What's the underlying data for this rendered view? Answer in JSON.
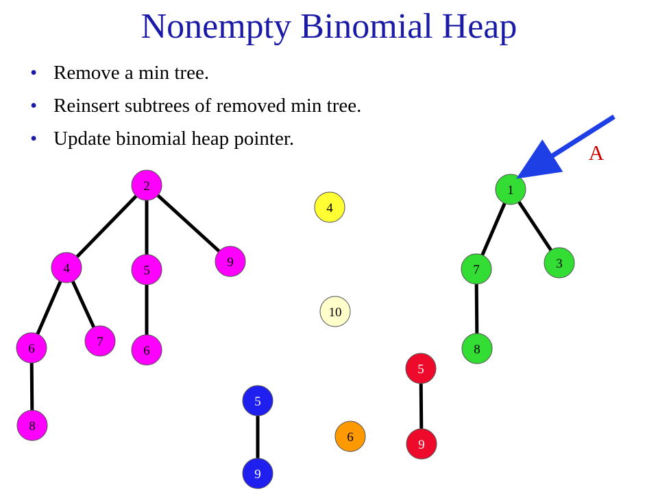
{
  "title": "Nonempty Binomial Heap",
  "bullets": [
    "Remove a min tree.",
    "Reinsert subtrees of removed min tree.",
    "Update binomial heap pointer."
  ],
  "pointer_label": "A",
  "colors": {
    "title": "#1a1aa6",
    "pointer": "#1f3fe6",
    "pointer_label": "#cc0000",
    "magenta": "#ff00ff",
    "yellow": "#ffff33",
    "light_yellow": "#ffffcc",
    "green": "#33dd33",
    "blue": "#1f1ff0",
    "red": "#ee0a2a",
    "orange": "#ff9900"
  },
  "nodes": [
    {
      "id": "m2",
      "label": "2",
      "color": "magenta",
      "text": "#000000"
    },
    {
      "id": "m4",
      "label": "4",
      "color": "magenta",
      "text": "#000000"
    },
    {
      "id": "m5",
      "label": "5",
      "color": "magenta",
      "text": "#000000"
    },
    {
      "id": "m9",
      "label": "9",
      "color": "magenta",
      "text": "#000000"
    },
    {
      "id": "m6a",
      "label": "6",
      "color": "magenta",
      "text": "#000000"
    },
    {
      "id": "m7",
      "label": "7",
      "color": "magenta",
      "text": "#000000"
    },
    {
      "id": "m6b",
      "label": "6",
      "color": "magenta",
      "text": "#000000"
    },
    {
      "id": "m8",
      "label": "8",
      "color": "magenta",
      "text": "#000000"
    },
    {
      "id": "y4",
      "label": "4",
      "color": "yellow",
      "text": "#000000"
    },
    {
      "id": "y10",
      "label": "10",
      "color": "light_yellow",
      "text": "#000000"
    },
    {
      "id": "g1",
      "label": "1",
      "color": "green",
      "text": "#000000"
    },
    {
      "id": "g7",
      "label": "7",
      "color": "green",
      "text": "#000000"
    },
    {
      "id": "g3",
      "label": "3",
      "color": "green",
      "text": "#000000"
    },
    {
      "id": "g8",
      "label": "8",
      "color": "green",
      "text": "#000000"
    },
    {
      "id": "b5",
      "label": "5",
      "color": "blue",
      "text": "#ffffff"
    },
    {
      "id": "b9",
      "label": "9",
      "color": "blue",
      "text": "#ffffff"
    },
    {
      "id": "r5",
      "label": "5",
      "color": "red",
      "text": "#ffffff"
    },
    {
      "id": "r9",
      "label": "9",
      "color": "red",
      "text": "#ffffff"
    },
    {
      "id": "o6",
      "label": "6",
      "color": "orange",
      "text": "#000000"
    }
  ],
  "edges": [
    [
      "m2",
      "m4"
    ],
    [
      "m2",
      "m5"
    ],
    [
      "m2",
      "m9"
    ],
    [
      "m4",
      "m6a"
    ],
    [
      "m4",
      "m7"
    ],
    [
      "m6a",
      "m8"
    ],
    [
      "m5",
      "m6b"
    ],
    [
      "g1",
      "g7"
    ],
    [
      "g1",
      "g3"
    ],
    [
      "g7",
      "g8"
    ],
    [
      "b5",
      "b9"
    ],
    [
      "r5",
      "r9"
    ]
  ]
}
